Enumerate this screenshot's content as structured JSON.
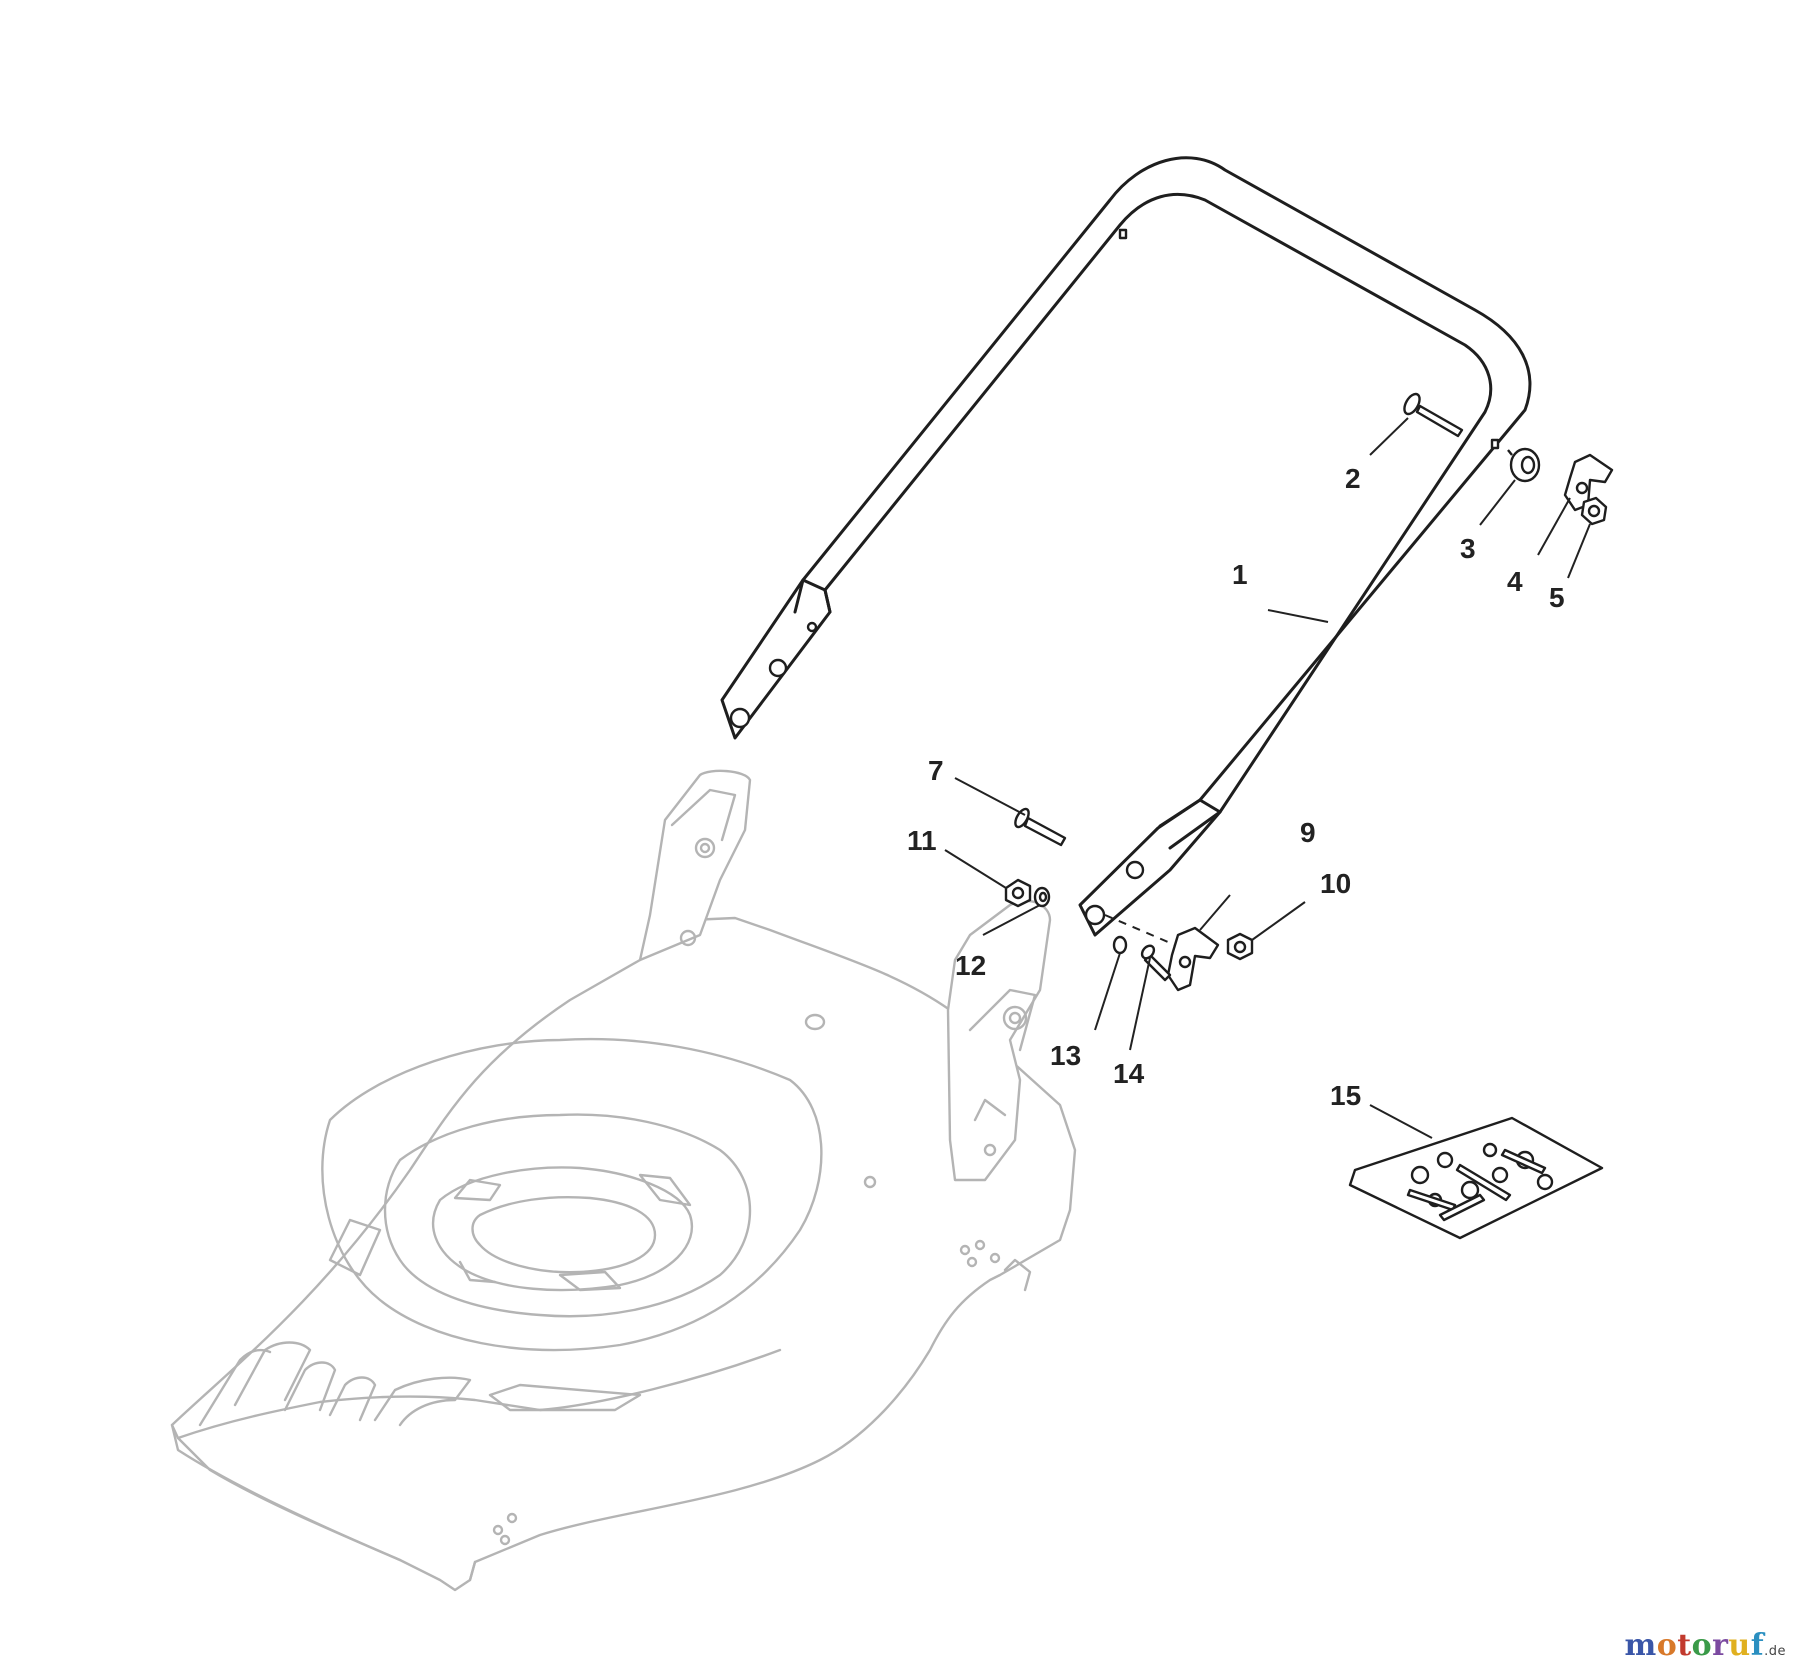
{
  "diagram": {
    "callouts": [
      {
        "id": "1",
        "label": "1"
      },
      {
        "id": "2",
        "label": "2"
      },
      {
        "id": "3",
        "label": "3"
      },
      {
        "id": "4",
        "label": "4"
      },
      {
        "id": "5",
        "label": "5"
      },
      {
        "id": "7",
        "label": "7"
      },
      {
        "id": "9",
        "label": "9"
      },
      {
        "id": "10",
        "label": "10"
      },
      {
        "id": "11",
        "label": "11"
      },
      {
        "id": "12",
        "label": "12"
      },
      {
        "id": "13",
        "label": "13"
      },
      {
        "id": "14",
        "label": "14"
      },
      {
        "id": "15",
        "label": "15"
      }
    ]
  },
  "watermark": {
    "letters": [
      "m",
      "o",
      "t",
      "o",
      "r",
      "u",
      "f"
    ],
    "letter_colors": [
      "#3a56a8",
      "#d8792a",
      "#c23a2e",
      "#3a9a48",
      "#7b4aa0",
      "#e0b020",
      "#2a8fc0"
    ],
    "tld": ".de"
  }
}
